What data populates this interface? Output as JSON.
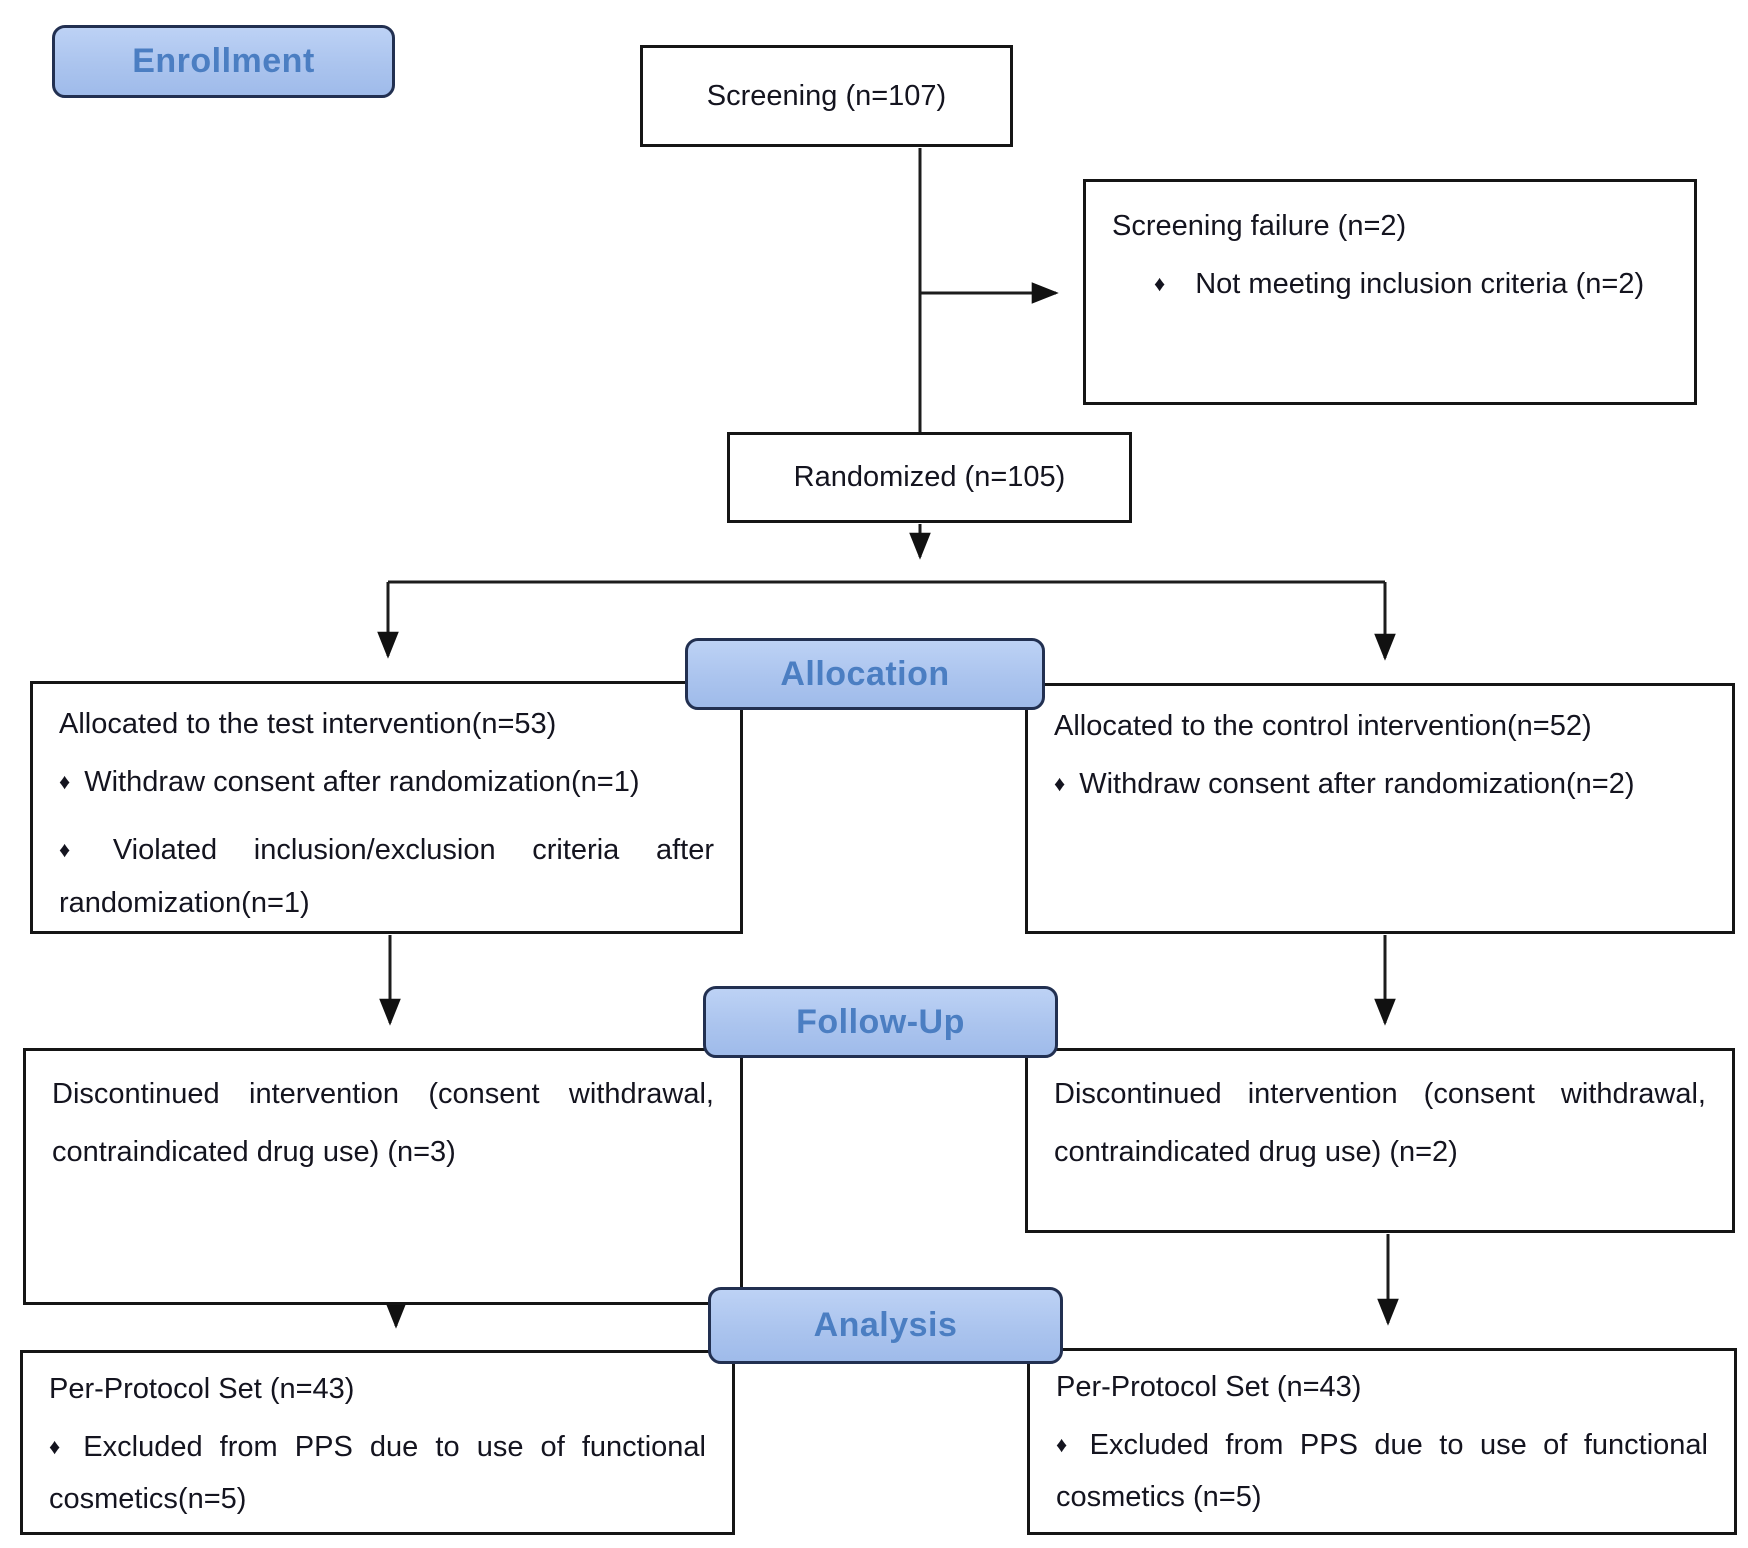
{
  "diagram": {
    "bullet_char": "♦",
    "stages": {
      "enrollment": "Enrollment",
      "allocation": "Allocation",
      "followup": "Follow-Up",
      "analysis": "Analysis"
    },
    "boxes": {
      "screening": {
        "title": "Screening (n=107)"
      },
      "screening_failure": {
        "title": "Screening failure (n=2)",
        "bullets": [
          "Not meeting inclusion criteria (n=2)"
        ]
      },
      "randomized": {
        "title": "Randomized (n=105)"
      },
      "allocation_test": {
        "title": "Allocated to the test intervention(n=53)",
        "bullets": [
          "Withdraw consent after randomization(n=1)",
          "Violated inclusion/exclusion criteria after randomization(n=1)"
        ]
      },
      "allocation_control": {
        "title": "Allocated to the control intervention(n=52)",
        "bullets": [
          "Withdraw consent after randomization(n=2)"
        ]
      },
      "followup_test": {
        "text": "Discontinued intervention (consent withdrawal, contraindicated drug use) (n=3)"
      },
      "followup_control": {
        "text": "Discontinued intervention (consent withdrawal, contraindicated drug use) (n=2)"
      },
      "analysis_test": {
        "title": "Per-Protocol Set (n=43)",
        "bullets": [
          "Excluded from PPS due to use of functional cosmetics(n=5)"
        ]
      },
      "analysis_control": {
        "title": "Per-Protocol Set (n=43)",
        "bullets": [
          "Excluded from PPS due to use of functional cosmetics (n=5)"
        ]
      }
    },
    "colors": {
      "badge_fill": "#abc4ee",
      "badge_border": "#223051",
      "badge_text": "#4b7ec2",
      "box_border": "#151515",
      "box_text": "#14141f",
      "line": "#1c1c1c"
    }
  }
}
